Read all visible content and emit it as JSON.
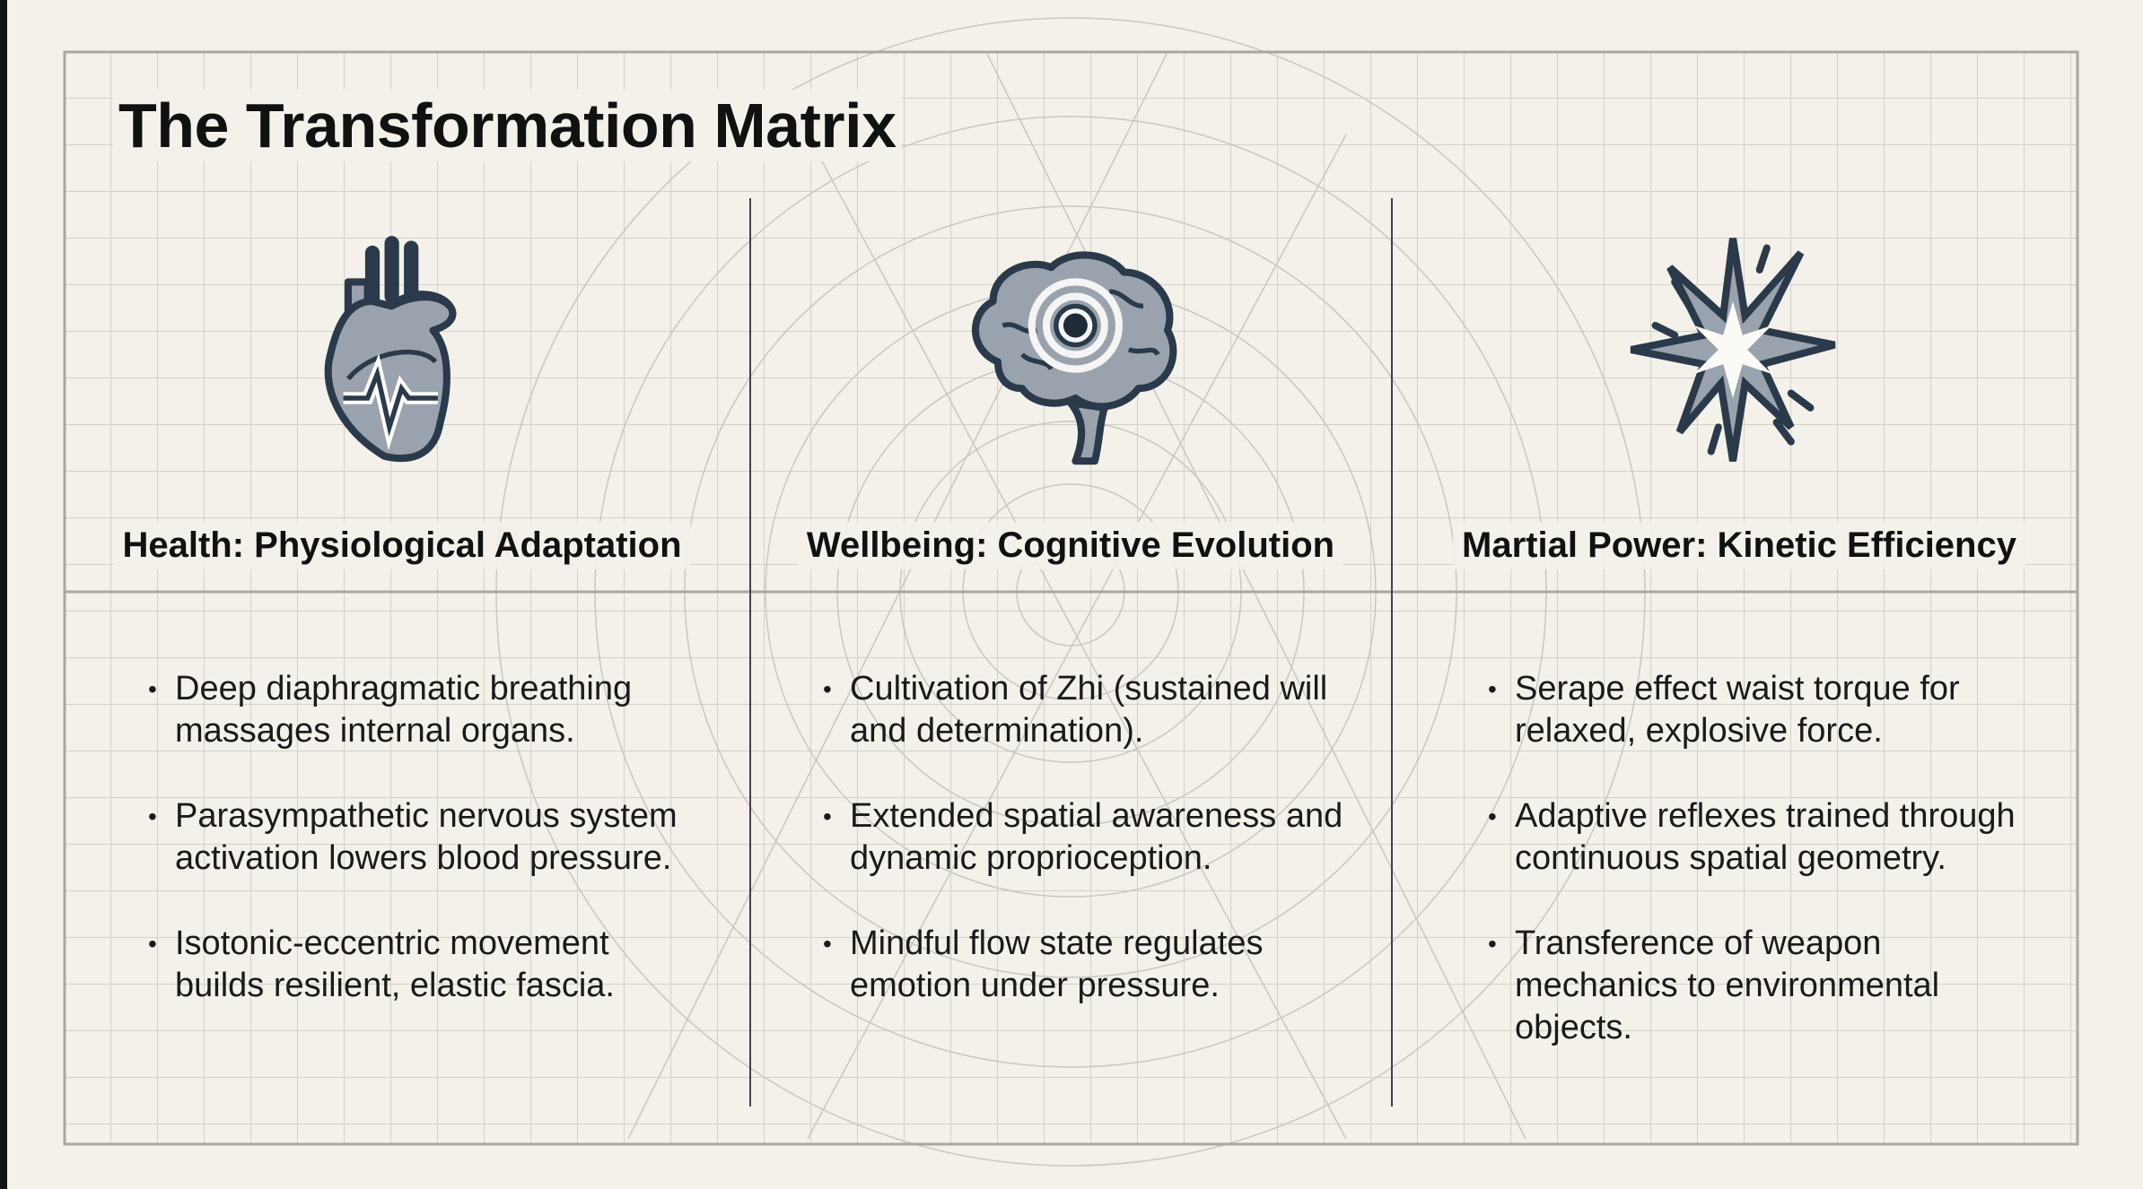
{
  "title": "The Transformation Matrix",
  "columns": [
    {
      "icon": "heart-icon",
      "heading": "Health: Physiological Adaptation",
      "bullets": [
        "Deep diaphragmatic breathing massages internal organs.",
        "Parasympathetic nervous system activation lowers blood pressure.",
        "Isotonic-eccentric movement builds resilient, elastic fascia."
      ]
    },
    {
      "icon": "brain-icon",
      "heading": "Wellbeing: Cognitive Evolution",
      "bullets": [
        "Cultivation of Zhi (sustained will and determination).",
        "Extended spatial awareness and dynamic proprioception.",
        "Mindful flow state regulates emotion under pressure."
      ]
    },
    {
      "icon": "starburst-icon",
      "heading": "Martial Power: Kinetic Efficiency",
      "bullets": [
        "Serape effect waist torque for relaxed, explosive force.",
        "Adaptive reflexes trained through continuous spatial geometry.",
        "Transference of weapon mechanics to environmental objects."
      ]
    }
  ],
  "colors": {
    "background": "#f3f1ea",
    "ink": "#2b3a4a",
    "fill": "#9aa3ad",
    "grid": "#cfcdc4"
  }
}
